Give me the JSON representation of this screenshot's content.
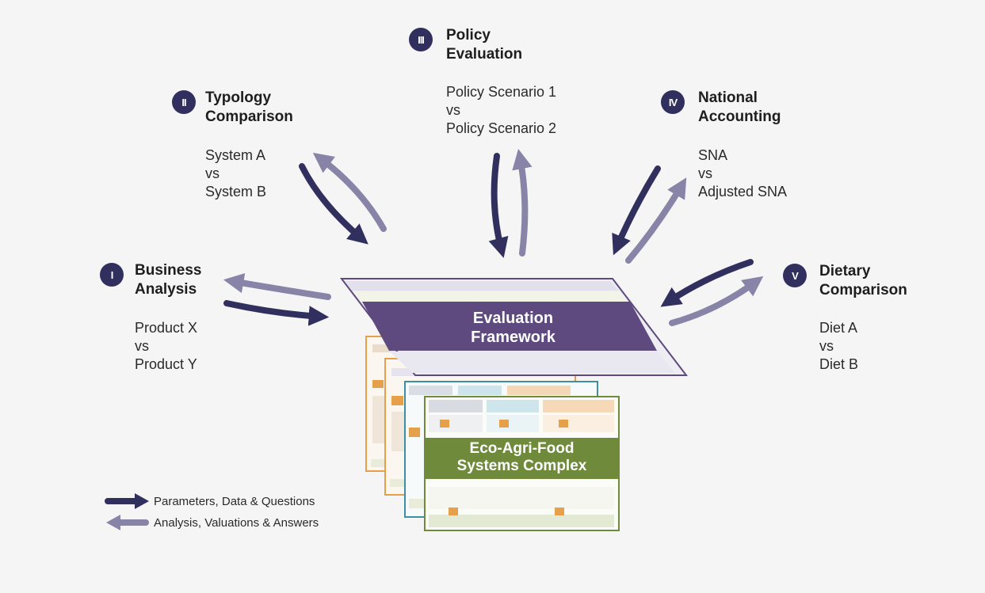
{
  "use_cases": [
    {
      "numeral": "I",
      "title_line1": "Business",
      "title_line2": "Analysis",
      "compare": [
        "Product X",
        "vs",
        "Product Y"
      ]
    },
    {
      "numeral": "II",
      "title_line1": "Typology",
      "title_line2": "Comparison",
      "compare": [
        "System A",
        "vs",
        "System B"
      ]
    },
    {
      "numeral": "III",
      "title_line1": "Policy",
      "title_line2": "Evaluation",
      "compare": [
        "Policy Scenario 1",
        "vs",
        "Policy Scenario 2"
      ]
    },
    {
      "numeral": "IV",
      "title_line1": "National",
      "title_line2": "Accounting",
      "compare": [
        "SNA",
        "vs",
        "Adjusted SNA"
      ]
    },
    {
      "numeral": "V",
      "title_line1": "Dietary",
      "title_line2": "Comparison",
      "compare": [
        "Diet A",
        "vs",
        "Diet B"
      ]
    }
  ],
  "evaluation_framework": {
    "line1": "Evaluation",
    "line2": "Framework"
  },
  "eco_agri_food": {
    "line1": "Eco-Agri-Food",
    "line2": "Systems Complex"
  },
  "legend": [
    {
      "label": "Parameters, Data & Questions",
      "color": "#302f5e"
    },
    {
      "label": "Analysis, Valuations & Answers",
      "color": "#8784a8"
    }
  ],
  "colors": {
    "dark_arrow": "#302f5e",
    "light_arrow": "#8784a8",
    "framework_purple": "#5e4a7e",
    "eco_green": "#6e8a3a",
    "card_orange": "#e6a04a",
    "card_teal": "#3e8fa6"
  }
}
